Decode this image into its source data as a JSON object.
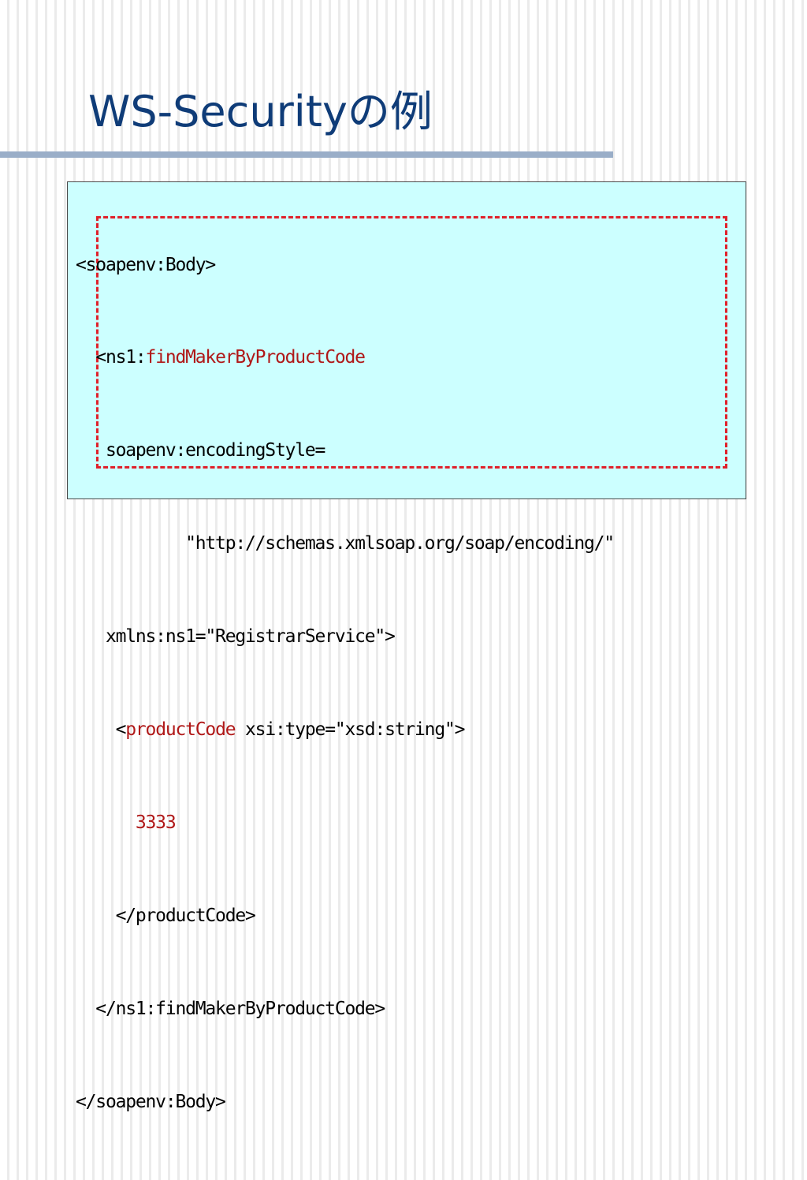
{
  "slide": {
    "title": "WS-Securityの例"
  },
  "code": {
    "line1": "<soapenv:Body>",
    "line2_indent": "  ",
    "line2_open": "<ns1:",
    "line2_method": "findMakerByProductCode",
    "line3": "   soapenv:encodingStyle=",
    "line4": "           \"http://schemas.xmlsoap.org/soap/encoding/\"",
    "line5": "   xmlns:ns1=\"RegistrarService\">",
    "line6_indent": "    ",
    "line6_open": "<",
    "line6_element": "productCode",
    "line6_rest": " xsi:type=\"xsd:string\">",
    "line7_indent": "      ",
    "line7_value": "3333",
    "line8": "    </productCode>",
    "line9": "  </ns1:findMakerByProductCode>",
    "line10": "</soapenv:Body>"
  },
  "colors": {
    "title": "#0f3c78",
    "code_background": "#ccffff",
    "highlight_text": "#b01818",
    "dashed_frame": "#e0202a",
    "title_rule": "#9aaec8"
  }
}
